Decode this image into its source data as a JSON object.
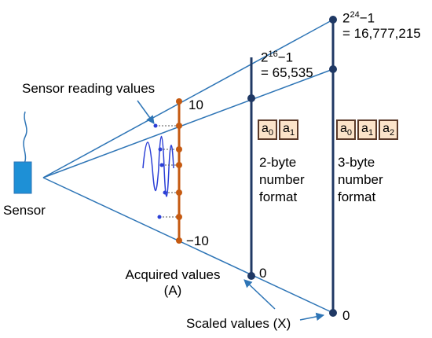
{
  "sensor": {
    "label": "Sensor"
  },
  "annotations": {
    "sensor_reading": "Sensor reading values",
    "acquired_line1": "Acquired values",
    "acquired_line2": "(A)",
    "scaled": "Scaled values (X)"
  },
  "acquired_axis": {
    "max_label": "10",
    "min_label": "−10"
  },
  "two_byte": {
    "max_base": "2",
    "max_exp": "16",
    "max_rest": "−1",
    "max_value": "= 65,535",
    "zero_label": "0",
    "bytes": [
      {
        "base": "a",
        "sub": "0"
      },
      {
        "base": "a",
        "sub": "1"
      }
    ],
    "desc_lines": [
      "2-byte",
      "number",
      "format"
    ]
  },
  "three_byte": {
    "max_base": "2",
    "max_exp": "24",
    "max_rest": "−1",
    "max_value": "= 16,777,215",
    "zero_label": "0",
    "bytes": [
      {
        "base": "a",
        "sub": "0"
      },
      {
        "base": "a",
        "sub": "1"
      },
      {
        "base": "a",
        "sub": "2"
      }
    ],
    "desc_lines": [
      "3-byte",
      "number",
      "format"
    ]
  },
  "colors": {
    "ray": "#2e75b6",
    "sensor_box": "#1e90d6",
    "acquired_axis": "#c55a11",
    "scaled_axis": "#1f3864",
    "waveform": "#2b3fd6",
    "byte_fill": "#fbe3c9"
  }
}
